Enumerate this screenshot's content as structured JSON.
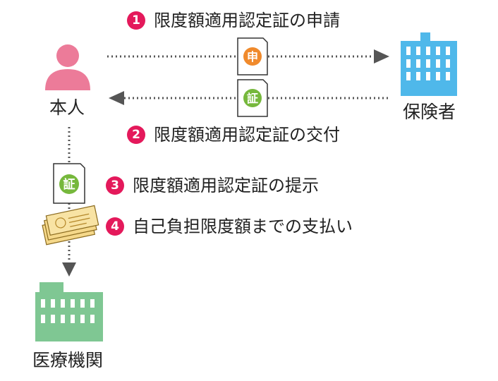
{
  "actors": {
    "person": "本人",
    "insurer": "保険者",
    "hospital": "医療機関"
  },
  "steps": [
    {
      "num": "1",
      "text": "限度額適用認定証の申請"
    },
    {
      "num": "2",
      "text": "限度額適用認定証の交付"
    },
    {
      "num": "3",
      "text": "限度額適用認定証の提示"
    },
    {
      "num": "4",
      "text": "自己負担限度額までの支払い"
    }
  ],
  "documents": {
    "application": "申",
    "certificate": "証"
  },
  "colors": {
    "step_badge": "#e4195b",
    "person_icon": "#ec7b99",
    "insurer_building": "#4fb8ea",
    "hospital_building": "#7fc793",
    "application_doc": "#f08a2c",
    "certificate_doc": "#76b83c",
    "arrow": "#555555"
  },
  "icons": {
    "person": "person-icon",
    "insurer": "office-building-icon",
    "hospital": "hospital-building-icon",
    "money": "banknotes-icon"
  }
}
